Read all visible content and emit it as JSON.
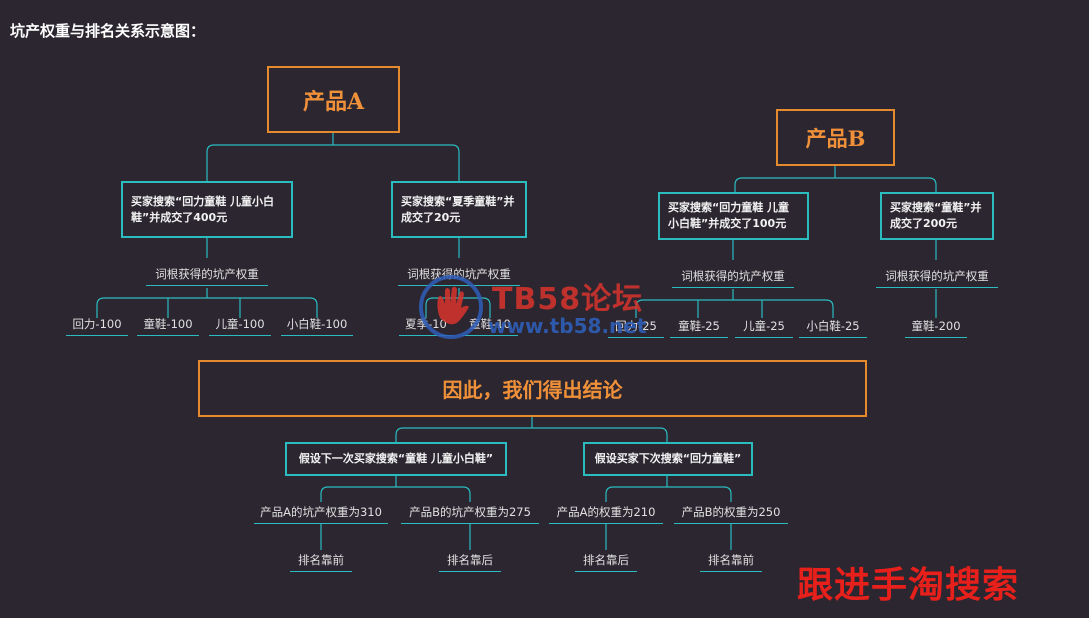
{
  "title": "坑产权重与排名关系示意图：",
  "productA": {
    "label": "产品A",
    "case1": "买家搜索“回力童鞋 儿童小白鞋”并成交了400元",
    "case2": "买家搜索“夏季童鞋”并成交了20元",
    "weight_label_1": "词根获得的坑产权重",
    "weight_label_2": "词根获得的坑产权重",
    "case1_words": [
      "回力-100",
      "童鞋-100",
      "儿童-100",
      "小白鞋-100"
    ],
    "case2_words": [
      "夏季-10",
      "童鞋-10"
    ]
  },
  "productB": {
    "label": "产品B",
    "case1": "买家搜索“回力童鞋 儿童小白鞋”并成交了100元",
    "case2": "买家搜索“童鞋”并成交了200元",
    "weight_label_1": "词根获得的坑产权重",
    "weight_label_2": "词根获得的坑产权重",
    "case1_words": [
      "回力-25",
      "童鞋-25",
      "儿童-25",
      "小白鞋-25"
    ],
    "case2_words": [
      "童鞋-200"
    ]
  },
  "conclusion": {
    "label": "因此，我们得出结论",
    "scenario1": "假设下一次买家搜索“童鞋 儿童小白鞋”",
    "scenario2": "假设买家下次搜索“回力童鞋”",
    "s1_a": "产品A的坑产权重为310",
    "s1_b": "产品B的坑产权重为275",
    "s2_a": "产品A的权重为210",
    "s2_b": "产品B的权重为250",
    "s1_a_rank": "排名靠前",
    "s1_b_rank": "排名靠后",
    "s2_a_rank": "排名靠后",
    "s2_b_rank": "排名靠前"
  },
  "watermark": {
    "name": "TB58论坛",
    "url": "www.tb58.net"
  },
  "slogan": "跟进手淘搜索",
  "colors": {
    "background": "#2b2630",
    "orange": "#e58a2d",
    "teal": "#2bbcc0",
    "slogan_red": "#e8201b"
  }
}
